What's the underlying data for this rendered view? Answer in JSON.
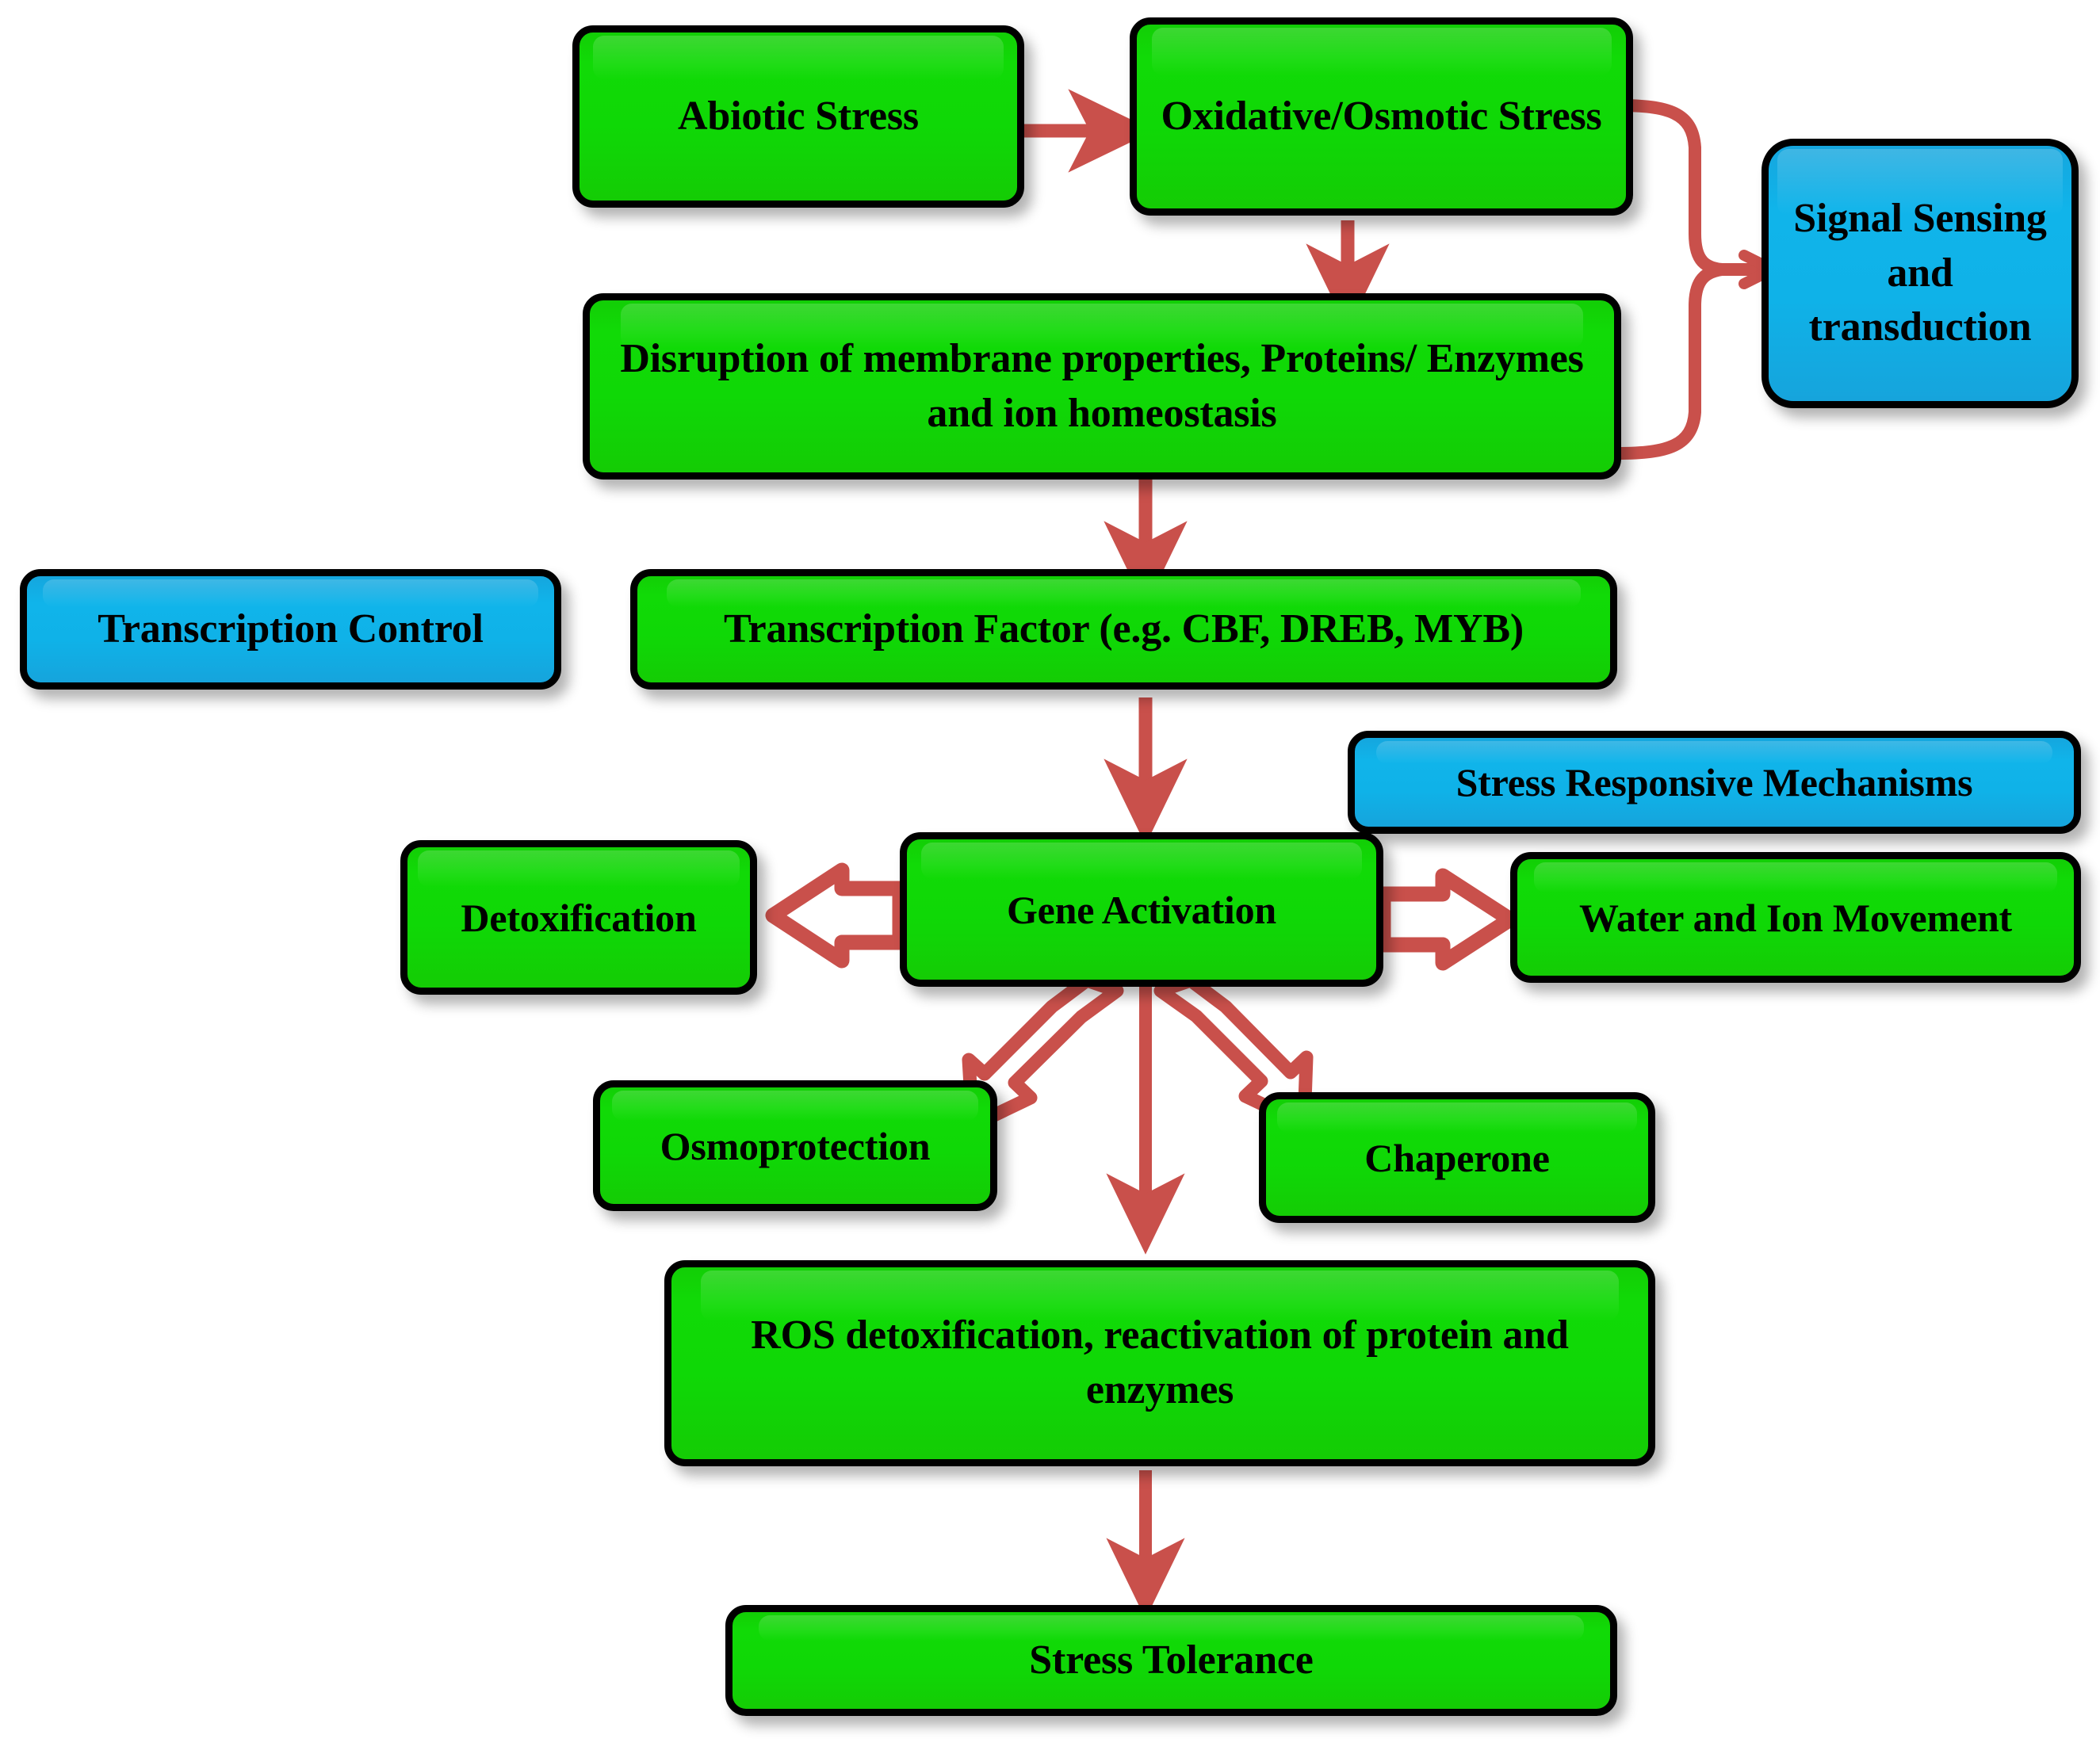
{
  "diagram": {
    "title": "Abiotic stress tolerance signalling flowchart",
    "colors": {
      "green_node": "#0FD806",
      "blue_node": "#10B4EA",
      "node_border": "#000000",
      "arrow": "#C9504B",
      "background": "#FFFFFF",
      "text": "#000000"
    }
  },
  "nodes": {
    "abiotic_stress": {
      "label": "Abiotic Stress",
      "type": "green"
    },
    "oxidative_osmotic_stress": {
      "label": "Oxidative/Osmotic Stress",
      "type": "green"
    },
    "signal_sensing": {
      "label": "Signal Sensing and transduction",
      "type": "blue"
    },
    "disruption": {
      "label": "Disruption of membrane properties, Proteins/ Enzymes and ion homeostasis",
      "type": "green"
    },
    "transcription_control": {
      "label": "Transcription Control",
      "type": "blue"
    },
    "transcription_factor": {
      "label": "Transcription Factor (e.g. CBF, DREB, MYB)",
      "type": "green"
    },
    "stress_responsive_mechanisms": {
      "label": "Stress Responsive Mechanisms",
      "type": "blue"
    },
    "detoxification": {
      "label": "Detoxification",
      "type": "green"
    },
    "gene_activation": {
      "label": "Gene Activation",
      "type": "green"
    },
    "water_ion_movement": {
      "label": "Water and Ion Movement",
      "type": "green"
    },
    "osmoprotection": {
      "label": "Osmoprotection",
      "type": "green"
    },
    "chaperone": {
      "label": "Chaperone",
      "type": "green"
    },
    "ros_detoxification": {
      "label": "ROS detoxification, reactivation of protein and enzymes",
      "type": "green"
    },
    "stress_tolerance": {
      "label": "Stress Tolerance",
      "type": "green"
    }
  },
  "edges": [
    {
      "from": "abiotic_stress",
      "to": "oxidative_osmotic_stress",
      "style": "solid-arrow"
    },
    {
      "from": "oxidative_osmotic_stress",
      "to": "disruption",
      "style": "solid-arrow"
    },
    {
      "from": "oxidative_osmotic_stress",
      "to": "signal_sensing",
      "style": "brace"
    },
    {
      "from": "disruption",
      "to": "signal_sensing",
      "style": "brace"
    },
    {
      "from": "disruption",
      "to": "transcription_factor",
      "style": "solid-arrow"
    },
    {
      "from": "transcription_factor",
      "to": "gene_activation",
      "style": "solid-arrow"
    },
    {
      "from": "gene_activation",
      "to": "detoxification",
      "style": "block-arrow"
    },
    {
      "from": "gene_activation",
      "to": "water_ion_movement",
      "style": "block-arrow"
    },
    {
      "from": "gene_activation",
      "to": "osmoprotection",
      "style": "block-arrow"
    },
    {
      "from": "gene_activation",
      "to": "chaperone",
      "style": "block-arrow"
    },
    {
      "from": "gene_activation",
      "to": "ros_detoxification",
      "style": "solid-arrow"
    },
    {
      "from": "ros_detoxification",
      "to": "stress_tolerance",
      "style": "solid-arrow"
    }
  ]
}
